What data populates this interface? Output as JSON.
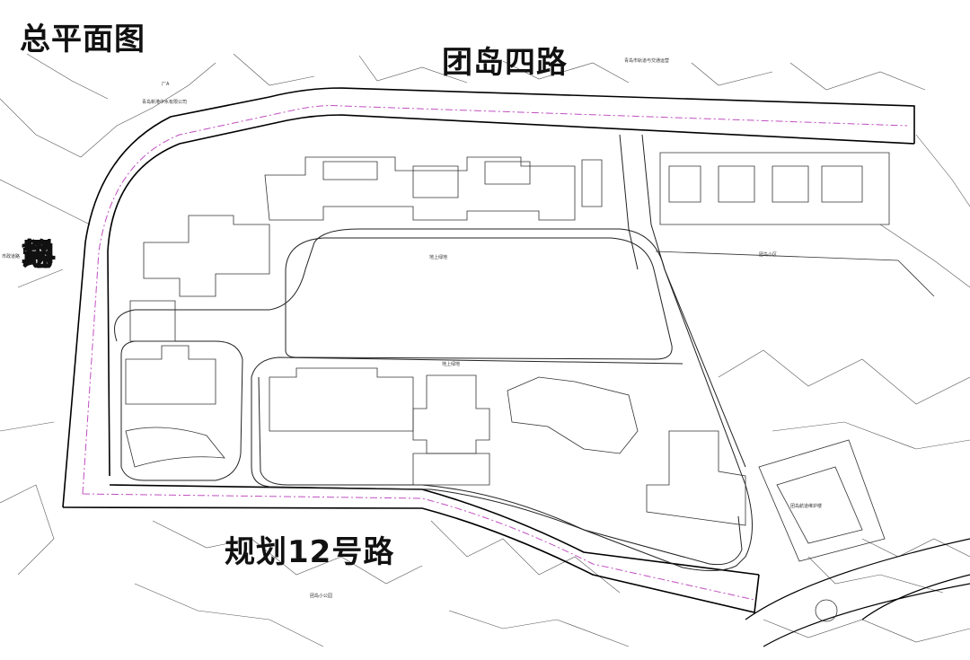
{
  "title": "总平面图",
  "roads": {
    "north": "团岛四路",
    "west": [
      "规",
      "划",
      "14",
      "号",
      "路"
    ],
    "south": "规划12号路"
  },
  "minor_labels": {
    "top_left_company": "青岛新港中水有限公司",
    "top_right_note": "青岛市轨道与交通运营",
    "top_left_small": "厂A",
    "community_east": "团岛小区",
    "community_south": "团岛小公园",
    "building_southeast": "团岛航道维护楼",
    "west_edge_note": "市政道路",
    "central_field": "地上绿地",
    "central_path": "地上绿地"
  },
  "colors": {
    "line": "#2a2a2a",
    "road_edge": "#000000",
    "boundary_dash": "#c04fc0",
    "background": "#ffffff"
  }
}
